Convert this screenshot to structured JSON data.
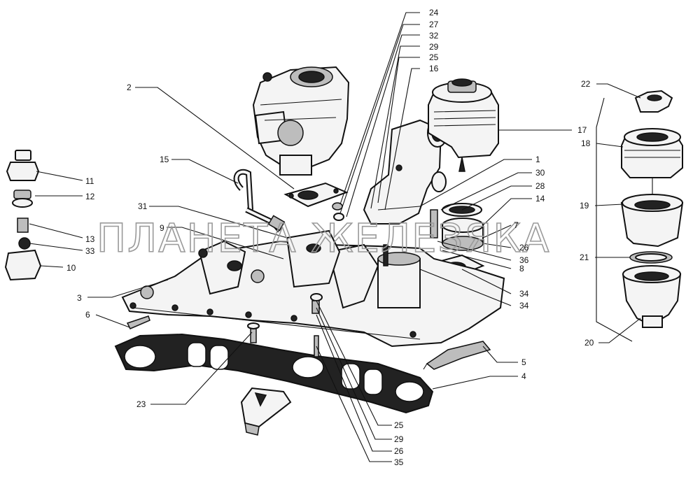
{
  "watermark": "ПЛАНЕТА ЖЕЛЕЗЯКА",
  "callouts": {
    "n1": "1",
    "n2": "2",
    "n3": "3",
    "n4": "4",
    "n5": "5",
    "n6": "6",
    "n7": "7",
    "n8": "8",
    "n9": "9",
    "n10": "10",
    "n11": "11",
    "n12": "12",
    "n13": "13",
    "n14": "14",
    "n15": "15",
    "n16": "16",
    "n17": "17",
    "n18": "18",
    "n19": "19",
    "n20": "20",
    "n21": "21",
    "n22": "22",
    "n23": "23",
    "n24": "24",
    "n25a": "25",
    "n25b": "25",
    "n26a": "26",
    "n26b": "26",
    "n27": "27",
    "n28": "28",
    "n29a": "29",
    "n29b": "29",
    "n30": "30",
    "n31": "31",
    "n32": "32",
    "n33": "33",
    "n34a": "34",
    "n34b": "34",
    "n35": "35",
    "n36": "36"
  }
}
